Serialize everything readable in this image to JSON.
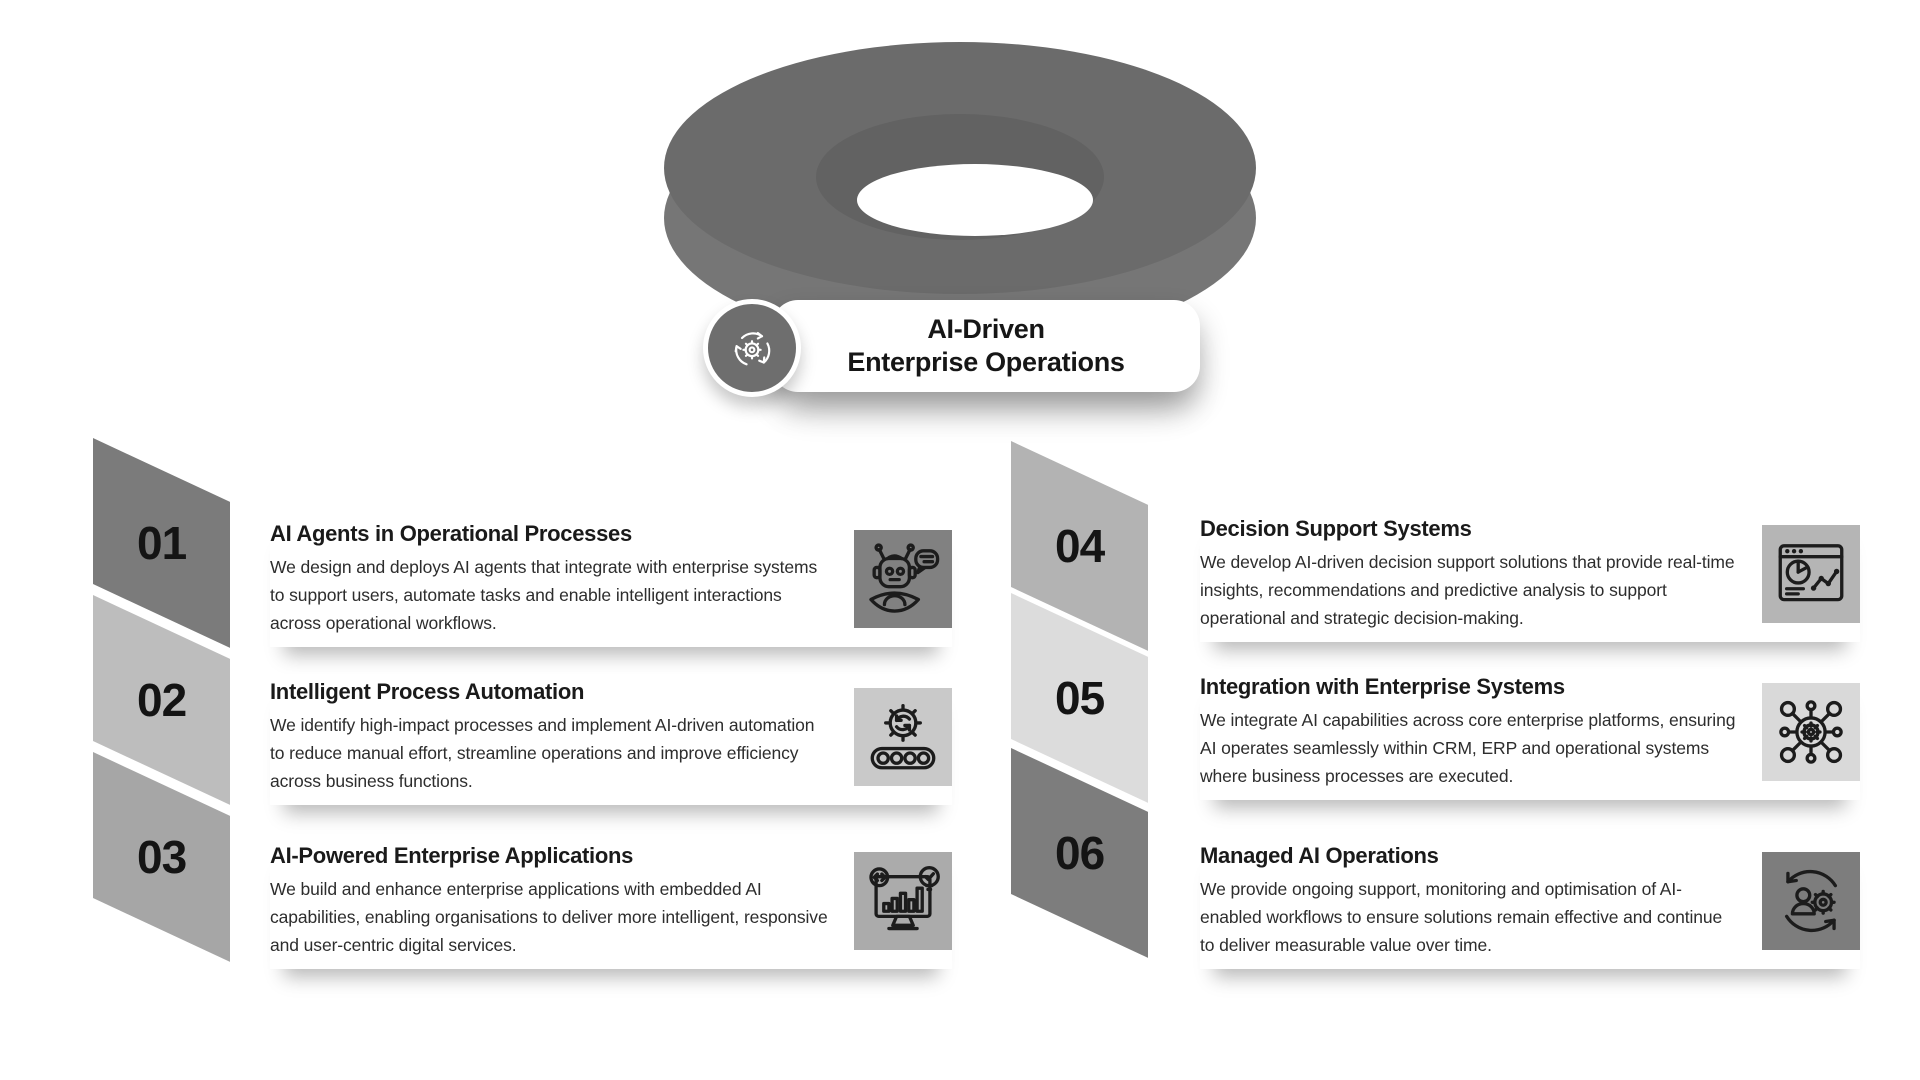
{
  "header": {
    "title_line1": "AI-Driven",
    "title_line2": "Enterprise Operations",
    "badge_icon": "process-cycle-icon"
  },
  "palette": {
    "donut_top": "#6b6b6b",
    "donut_side": "#767676",
    "donut_inner": "#626262",
    "donut_hole": "#ffffff",
    "badge_bg": "#6e6e6e"
  },
  "items": [
    {
      "number": "01",
      "title": "AI Agents in Operational Processes",
      "description": "We design and deploys AI agents that integrate with enterprise systems to support users, automate tasks and enable intelligent interactions across operational workflows.",
      "icon": "robot-chat-icon",
      "shape_color": "#7b7b7b",
      "icon_bg": "#818181"
    },
    {
      "number": "02",
      "title": "Intelligent Process Automation",
      "description": "We identify high-impact processes and implement AI-driven automation to reduce manual effort, streamline operations and improve efficiency across business functions.",
      "icon": "process-automation-icon",
      "shape_color": "#bdbdbd",
      "icon_bg": "#c9c9c9"
    },
    {
      "number": "03",
      "title": "AI-Powered Enterprise Applications",
      "description": "We build and enhance enterprise applications with embedded AI capabilities, enabling organisations to deliver more intelligent, responsive and user-centric digital services.",
      "icon": "enterprise-apps-icon",
      "shape_color": "#a6a6a6",
      "icon_bg": "#ababab"
    },
    {
      "number": "04",
      "title": "Decision Support Systems",
      "description": "We develop AI-driven decision support solutions that provide real-time insights, recommendations and predictive analysis to support operational and strategic decision-making.",
      "icon": "decision-support-icon",
      "shape_color": "#b3b3b3",
      "icon_bg": "#b5b5b5"
    },
    {
      "number": "05",
      "title": "Integration with Enterprise Systems",
      "description": "We integrate AI capabilities across core enterprise platforms, ensuring AI operates seamlessly within CRM, ERP and operational systems where business processes are executed.",
      "icon": "integration-network-icon",
      "shape_color": "#dcdcdc",
      "icon_bg": "#d9d9d9"
    },
    {
      "number": "06",
      "title": "Managed AI Operations",
      "description": "We provide ongoing support, monitoring and optimisation of AI-enabled workflows to ensure solutions remain effective and continue to deliver measurable value over time.",
      "icon": "managed-operations-icon",
      "shape_color": "#7d7d7d",
      "icon_bg": "#7d7d7d"
    }
  ]
}
